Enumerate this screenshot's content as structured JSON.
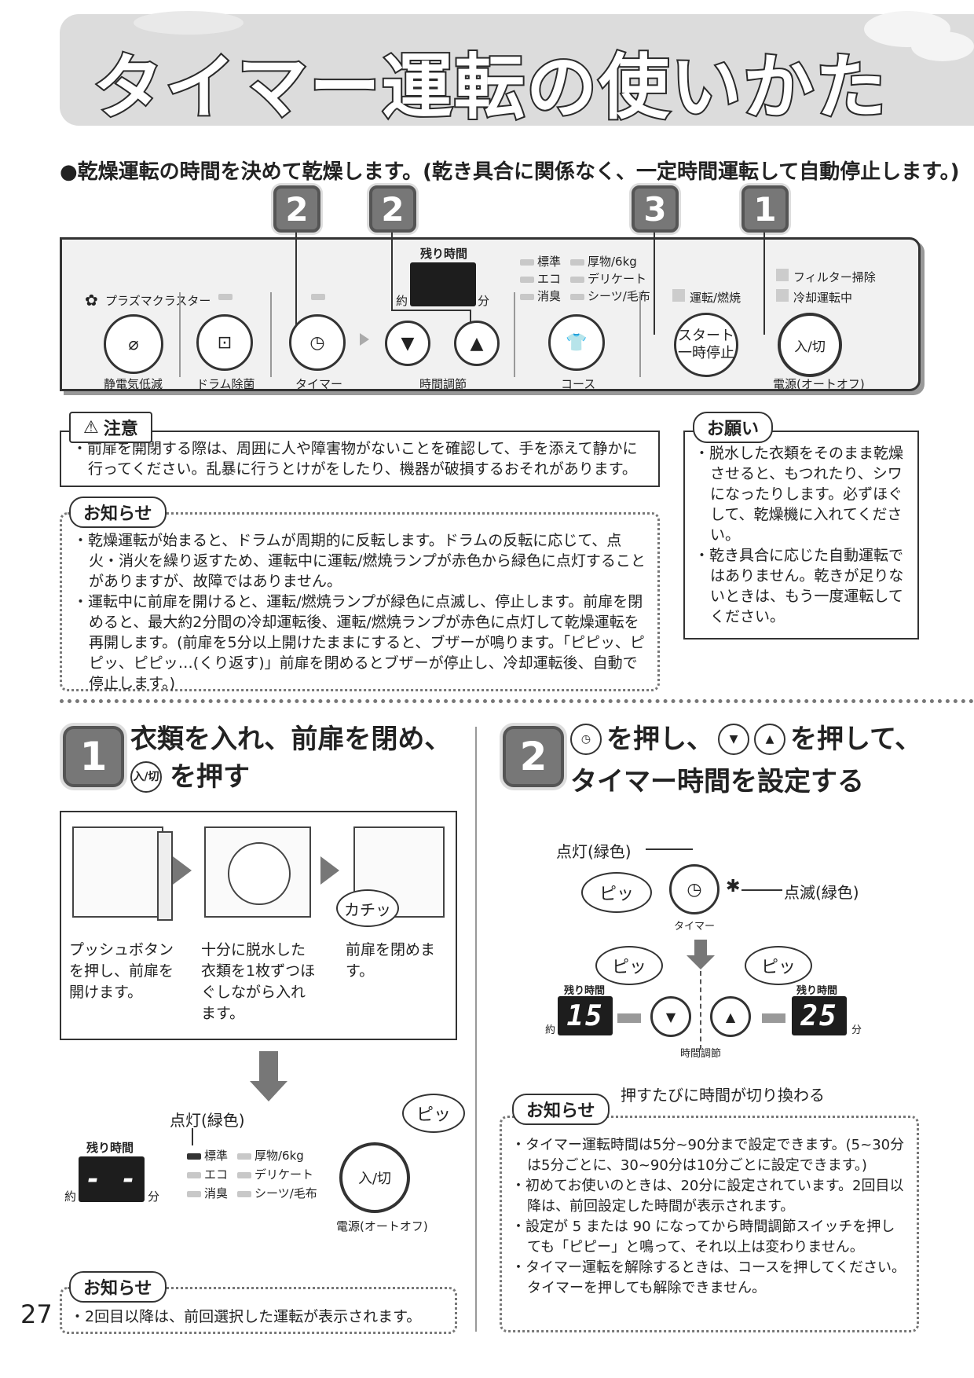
{
  "header": {
    "title": "タイマー運転の使いかた"
  },
  "intro": "●乾燥運転の時間を決めて乾燥します。(乾き具合に関係なく、一定時間運転して自動停止します。)",
  "panel_badges": [
    "2",
    "2",
    "3",
    "1"
  ],
  "panel": {
    "brand": "プラズマクラスター",
    "remaining_label": "残り時間",
    "approx": "約",
    "minute": "分",
    "courses": [
      "標準",
      "厚物/6kg",
      "エコ",
      "デリケート",
      "消臭",
      "シーツ/毛布"
    ],
    "filter": "フィルター掃除",
    "cooling": "冷却運転中",
    "run_lamp": "運転/燃焼",
    "buttons": {
      "static": "静電気低減",
      "drum": "ドラム除菌",
      "timer": "タイマー",
      "time_adjust": "時間調節",
      "course": "コース",
      "start_line1": "スタート",
      "start_line2": "一時停止",
      "power": "入/切",
      "power_label": "電源(オートオフ)"
    }
  },
  "caution": {
    "title": "注意",
    "text": "前扉を開閉する際は、周囲に人や障害物がないことを確認して、手を添えて静かに行ってください。乱暴に行うとけがをしたり、機器が破損するおそれがあります。"
  },
  "notice1": {
    "title": "お知らせ",
    "items": [
      "乾燥運転が始まると、ドラムが周期的に反転します。ドラムの反転に応じて、点火・消火を繰り返すため、運転中に運転/燃焼ランプが赤色から緑色に点灯することがありますが、故障ではありません。",
      "運転中に前扉を開けると、運転/燃焼ランプが緑色に点滅し、停止します。前扉を閉めると、最大約2分間の冷却運転後、運転/燃焼ランプが赤色に点灯して乾燥運転を再開します。(前扉を5分以上開けたままにすると、ブザーが鳴ります。「ピピッ、ピピッ、ピピッ…(くり返す)」前扉を閉めるとブザーが停止し、冷却運転後、自動で停止します。)"
    ]
  },
  "request": {
    "title": "お願い",
    "items": [
      "脱水した衣類をそのまま乾燥させると、もつれたり、シワになったりします。必ずほぐして、乾燥機に入れてください。",
      "乾き具合に応じた自動運転ではありません。乾きが足りないときは、もう一度運転してください。"
    ]
  },
  "step1": {
    "num": "1",
    "title1": "衣類を入れ、前扉を閉め、",
    "title2": "を押す",
    "icon_label": "入/切",
    "captions": [
      "プッシュボタンを押し、前扉を開けます。",
      "十分に脱水した衣類を1枚ずつほぐしながら入れます。",
      "前扉を閉めます。"
    ],
    "click_sound": "カチッ",
    "lit_label": "点灯(緑色)",
    "display": "- -",
    "beep": "ピッ",
    "notice_title": "お知らせ",
    "notice": "2回目以降は、前回選択した運転が表示されます。"
  },
  "step2": {
    "num": "2",
    "title1a": "を押し、",
    "title1b": "を押して、",
    "title2": "タイマー時間を設定する",
    "lit_label": "点灯(緑色)",
    "blink_label": "点滅(緑色)",
    "beep": "ピッ",
    "timer_label": "タイマー",
    "time_adjust": "時間調節",
    "display_down": "15",
    "display_up": "25",
    "switch_caption": "押すたびに時間が切り換わる",
    "notice_title": "お知らせ",
    "notices": [
      "タイマー運転時間は5分~90分まで設定できます。(5~30分は5分ごとに、30~90分は10分ごとに設定できます。)",
      "初めてお使いのときは、20分に設定されています。2回目以降は、前回設定した時間が表示されます。",
      "設定が 5 または 90 になってから時間調節スイッチを押しても「ピピー」と鳴って、それ以上は変わりません。",
      "タイマー運転を解除するときは、コースを押してください。タイマーを押しても解除できません。"
    ]
  },
  "page_number": "27"
}
